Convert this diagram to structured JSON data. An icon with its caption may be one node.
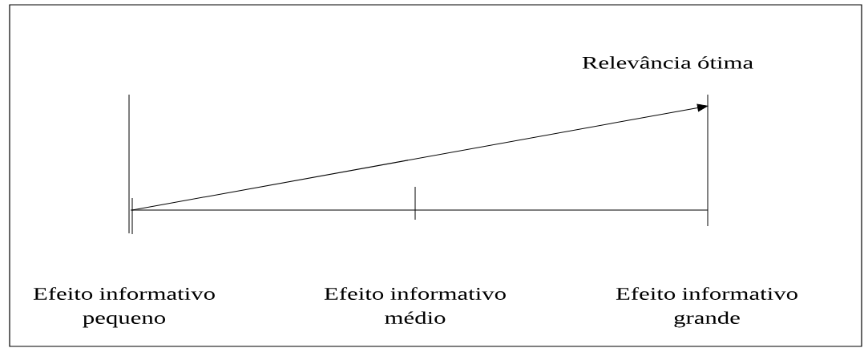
{
  "diagram": {
    "labels": [
      "Relevância ótima",
      "Efeito informativo pequeno",
      "Efeito informativo médio",
      "Efeito informativo grande"
    ]
  }
}
